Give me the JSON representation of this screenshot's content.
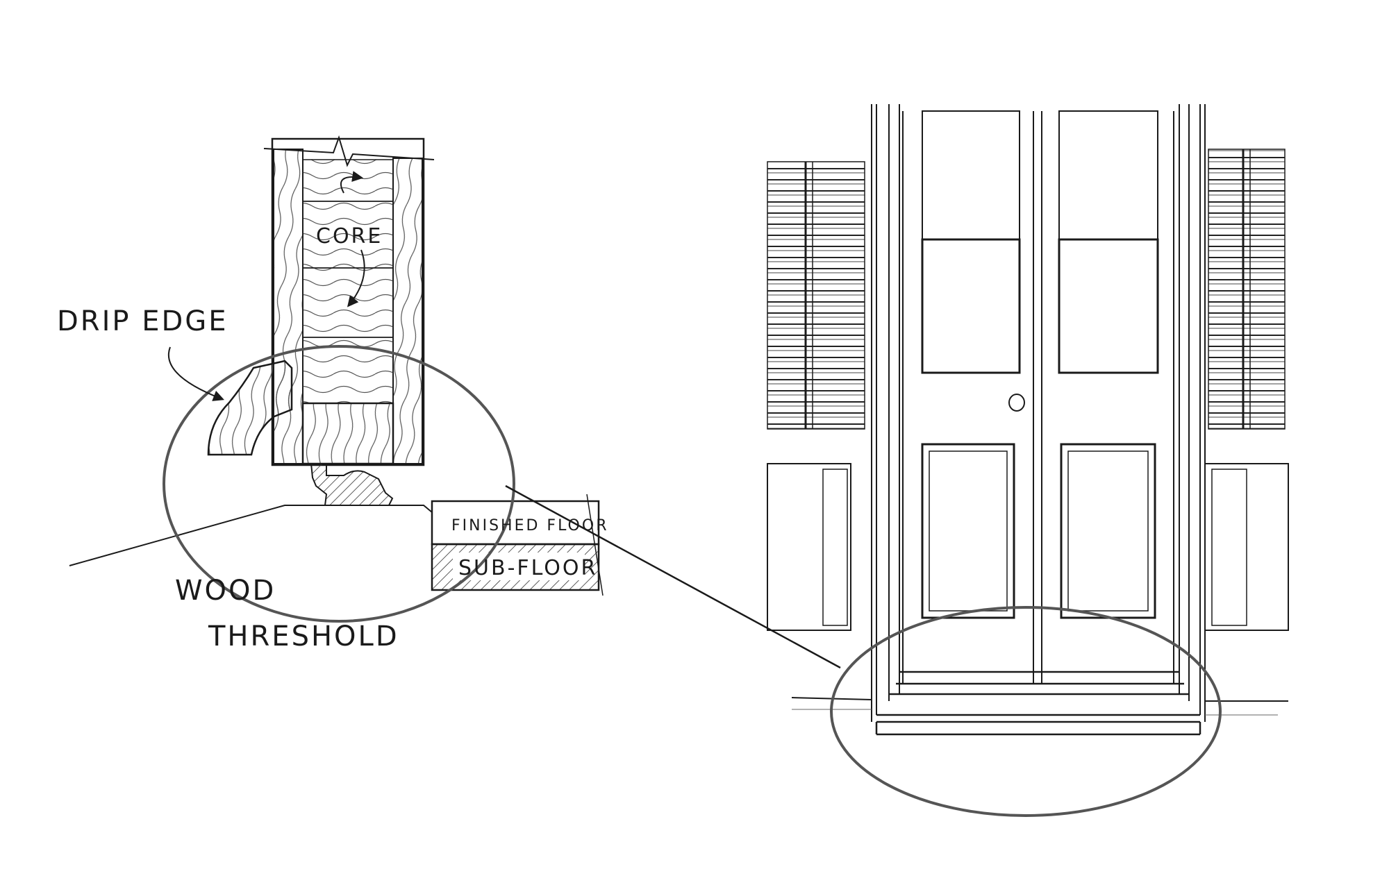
{
  "labels": {
    "core": "CORE",
    "drip_edge": "DRIP EDGE",
    "finished_floor": "FINISHED FLOOR",
    "sub_floor": "SUB-FLOOR",
    "wood": "WOOD",
    "threshold": "THRESHOLD"
  }
}
